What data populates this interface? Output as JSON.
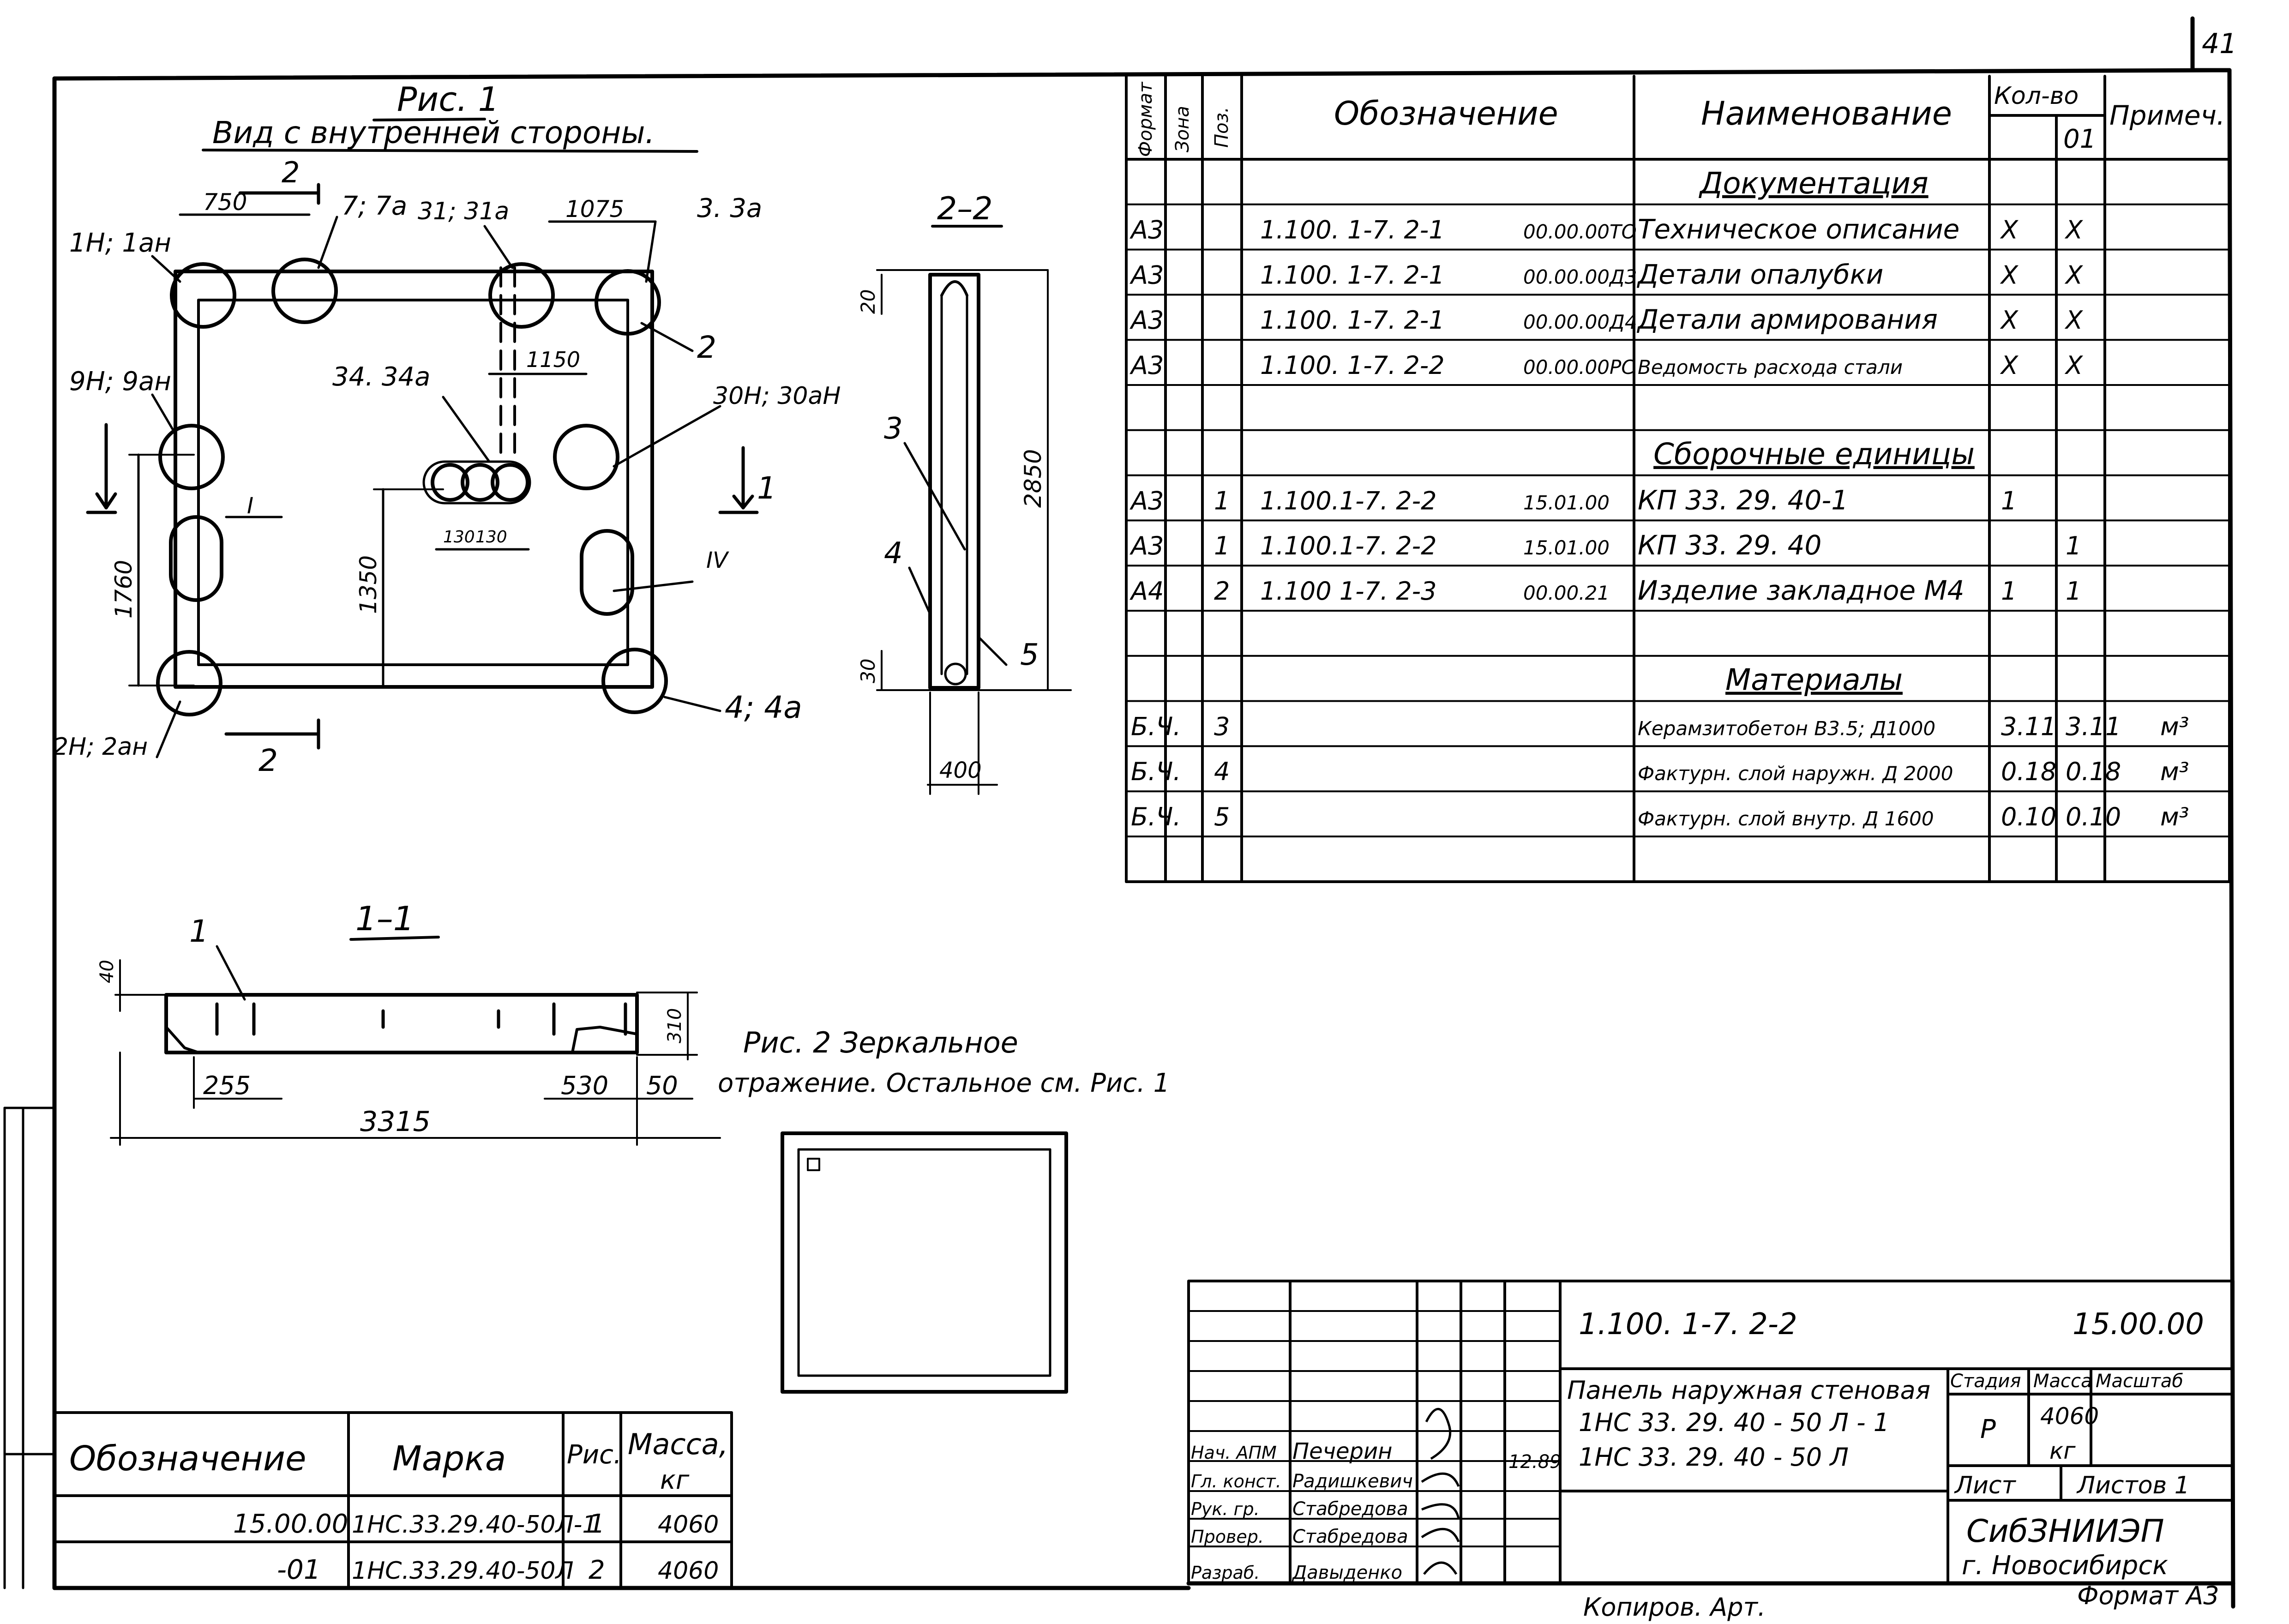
{
  "sheet": {
    "sheet_number": "41",
    "format_label": "Формат А3",
    "copied_note": "Копиров. Арт.",
    "stray_mark": "—"
  },
  "fig1": {
    "title": "Рис. 1",
    "subtitle": "Вид с внутренней стороны.",
    "labels": {
      "l_1n": "1Н; 1ан",
      "l_9n": "9Н; 9ан",
      "l_2n": "2Н; 2ан",
      "l_7": "7; 7а",
      "l_31": "31; 31а",
      "l_3": "3. 3а",
      "l_2a": "2",
      "l_34": "34. 34а",
      "l_30": "30Н; 30аН",
      "l_4": "4; 4а",
      "l_I": "I",
      "l_IV": "IV",
      "sec2_top": "2",
      "sec2_bot": "2",
      "sec1": "1"
    },
    "dims": {
      "d750": "750",
      "d1075": "1075",
      "d1150": "1150",
      "d1760": "1760",
      "d1350": "1350",
      "d130a": "130",
      "d130b": "130"
    }
  },
  "sec22": {
    "title": "2–2",
    "labels": {
      "l3": "3",
      "l4": "4",
      "l5": "5"
    },
    "dims": {
      "d20": "20",
      "d2850": "2850",
      "d30": "30",
      "d400": "400"
    }
  },
  "sec11": {
    "title": "1–1",
    "label1": "1",
    "dims": {
      "d40": "40",
      "d310": "310",
      "d255": "255",
      "d530": "530",
      "d50": "50",
      "d3315": "3315"
    }
  },
  "fig2": {
    "caption_1": "Рис. 2 Зеркальное",
    "caption_2": "отражение. Остальное см. Рис. 1"
  },
  "spec": {
    "headers": {
      "format": "Формат",
      "zone": "Зона",
      "pos": "Поз.",
      "designation": "Обозначение",
      "name": "Наименование",
      "qty": "Кол-во",
      "qty_sub": "01",
      "note": "Примеч."
    },
    "rows": [
      {
        "kind": "section",
        "name": "Документация"
      },
      {
        "kind": "item",
        "format": "А3",
        "pos": "",
        "code": "1.100. 1-7. 2-1",
        "code2": "00.00.00ТО",
        "name": "Техническое описание",
        "q1": "X",
        "q2": "X",
        "note": ""
      },
      {
        "kind": "item",
        "format": "А3",
        "pos": "",
        "code": "1.100. 1-7. 2-1",
        "code2": "00.00.00Д3",
        "name": "Детали опалубки",
        "q1": "X",
        "q2": "X",
        "note": ""
      },
      {
        "kind": "item",
        "format": "А3",
        "pos": "",
        "code": "1.100. 1-7. 2-1",
        "code2": "00.00.00Д4",
        "name": "Детали армирования",
        "q1": "X",
        "q2": "X",
        "note": ""
      },
      {
        "kind": "item",
        "format": "А3",
        "pos": "",
        "code": "1.100. 1-7. 2-2",
        "code2": "00.00.00РС",
        "name": "Ведомость расхода стали",
        "q1": "X",
        "q2": "X",
        "note": ""
      },
      {
        "kind": "blank"
      },
      {
        "kind": "section",
        "name": "Сборочные единицы"
      },
      {
        "kind": "item",
        "format": "А3",
        "pos": "1",
        "code": "1.100.1-7. 2-2",
        "code2": "15.01.00",
        "name": "КП 33. 29. 40-1",
        "q1": "1",
        "q2": "",
        "note": ""
      },
      {
        "kind": "item",
        "format": "А3",
        "pos": "1",
        "code": "1.100.1-7. 2-2",
        "code2": "15.01.00",
        "name": "КП 33. 29. 40",
        "q1": "",
        "q2": "1",
        "note": ""
      },
      {
        "kind": "item",
        "format": "А4",
        "pos": "2",
        "code": "1.100 1-7. 2-3",
        "code2": "00.00.21",
        "name": "Изделие закладное М4",
        "q1": "1",
        "q2": "1",
        "note": ""
      },
      {
        "kind": "blank"
      },
      {
        "kind": "section",
        "name": "Материалы"
      },
      {
        "kind": "item",
        "format": "Б.Ч.",
        "pos": "3",
        "code": "",
        "code2": "",
        "name": "Керамзитобетон В3.5; Д1000",
        "q1": "3.11",
        "q2": "3.11",
        "note": "м³"
      },
      {
        "kind": "item",
        "format": "Б.Ч.",
        "pos": "4",
        "code": "",
        "code2": "",
        "name": "Фактурн. слой наружн. Д 2000",
        "q1": "0.18",
        "q2": "0.18",
        "note": "м³"
      },
      {
        "kind": "item",
        "format": "Б.Ч.",
        "pos": "5",
        "code": "",
        "code2": "",
        "name": "Фактурн. слой внутр. Д 1600",
        "q1": "0.10",
        "q2": "0.10",
        "note": "м³"
      },
      {
        "kind": "blank"
      }
    ]
  },
  "marks": {
    "headers": {
      "designation": "Обозначение",
      "mark": "Марка",
      "fig": "Рис.",
      "mass": "Масса,",
      "mass_unit": "кг"
    },
    "rows": [
      {
        "designation": "15.00.00",
        "mark": "1НС.33.29.40-50Л-1",
        "fig": "1",
        "mass": "4060"
      },
      {
        "designation": "-01",
        "mark": "1НС.33.29.40-50Л",
        "fig": "2",
        "mass": "4060"
      }
    ]
  },
  "title_block": {
    "doc_code": "1.100. 1-7. 2-2",
    "doc_num": "15.00.00",
    "title_1": "Панель наружная стеновая",
    "title_2": "1НС 33. 29. 40 - 50 Л - 1",
    "title_3": "1НС 33. 29. 40 - 50 Л",
    "stage_h": "Стадия",
    "mass_h": "Масса",
    "scale_h": "Масштаб",
    "stage": "Р",
    "mass": "4060",
    "mass_unit": "кг",
    "sheet_h": "Лист",
    "sheets_h": "Листов 1",
    "org_1": "СибЗНИИЭП",
    "org_2": "г. Новосибирск",
    "date": "12.89",
    "people": [
      {
        "role": "Нач. АПМ",
        "name": "Печерин"
      },
      {
        "role": "Гл. конст.",
        "name": "Радишкевич"
      },
      {
        "role": "Рук. гр.",
        "name": "Стабредова"
      },
      {
        "role": "Провер.",
        "name": "Стабредова"
      },
      {
        "role": "Разраб.",
        "name": "Давыденко"
      }
    ]
  }
}
